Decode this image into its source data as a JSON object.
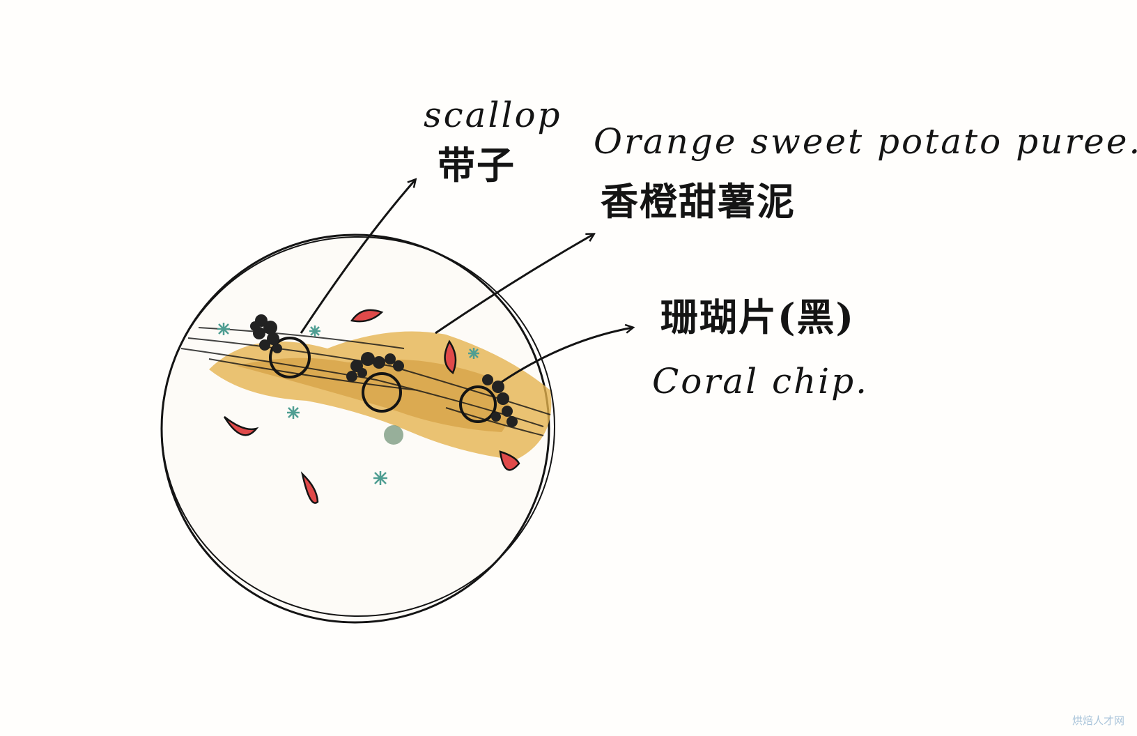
{
  "labels": {
    "scallop_en": "scallop",
    "scallop_zh": "带子",
    "puree_en": "Orange sweet potato puree.",
    "puree_zh": "香橙甜薯泥",
    "coral_zh": "珊瑚片(黑)",
    "coral_en": "Coral chip."
  },
  "watermark": "烘焙人才网",
  "colors": {
    "ink": "#141414",
    "puree": "#d8a13a",
    "petal": "#e04a4a",
    "herb": "#4f9e92",
    "coral": "#222222",
    "watermark": "#a9c4da"
  }
}
